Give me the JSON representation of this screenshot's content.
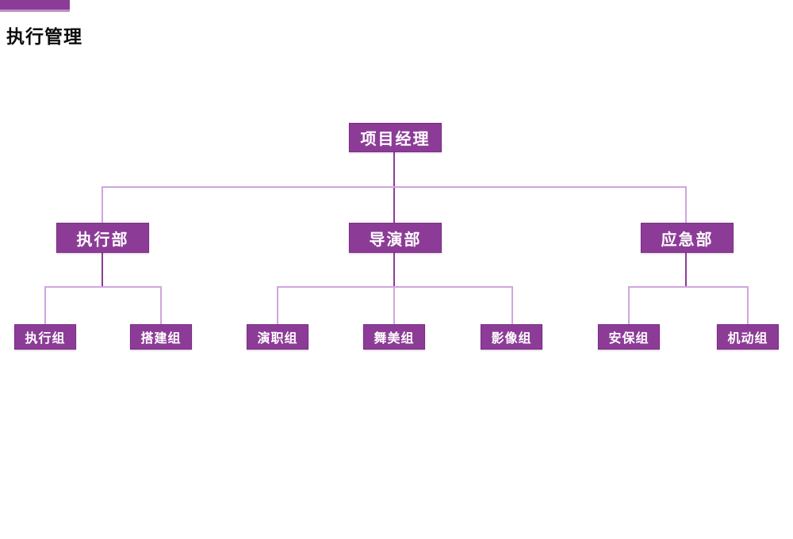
{
  "page": {
    "title": "执行管理"
  },
  "chart": {
    "type": "org-chart",
    "colors": {
      "accent_bar": "#8c3c97",
      "accent_bar_edge": "#bd8fc9",
      "title_color": "#0d0d0d",
      "node_fill": "#8c3c97",
      "node_border": "#7a2d85",
      "connector_light": "#cfa6de",
      "connector_dark": "#8c3c97"
    },
    "root": {
      "label": "项目经理"
    },
    "departments": [
      {
        "label": "执行部",
        "teams": [
          {
            "label": "执行组"
          },
          {
            "label": "搭建组"
          }
        ]
      },
      {
        "label": "导演部",
        "teams": [
          {
            "label": "演职组"
          },
          {
            "label": "舞美组"
          },
          {
            "label": "影像组"
          }
        ]
      },
      {
        "label": "应急部",
        "teams": [
          {
            "label": "安保组"
          },
          {
            "label": "机动组"
          }
        ]
      }
    ]
  }
}
